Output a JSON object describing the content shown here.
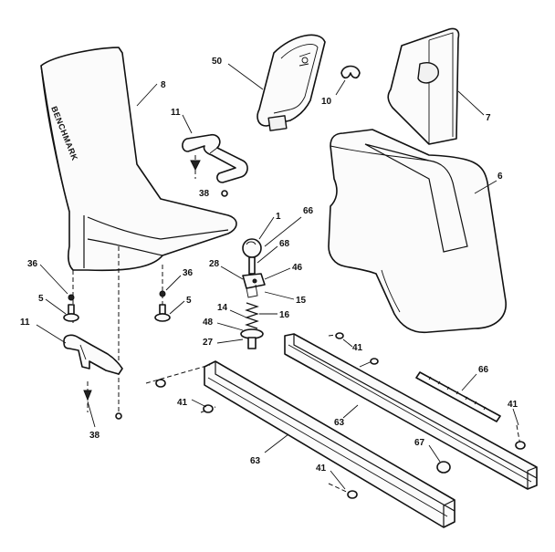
{
  "brand_text": "BENCHMARK",
  "callouts": {
    "c8": "8",
    "c11a": "11",
    "c38a": "38",
    "c50": "50",
    "c10": "10",
    "c7": "7",
    "c6": "6",
    "c1": "1",
    "c66a": "66",
    "c68": "68",
    "c28": "28",
    "c46": "46",
    "c15": "15",
    "c16": "16",
    "c14": "14",
    "c48": "48",
    "c27": "27",
    "c36a": "36",
    "c36b": "36",
    "c5a": "5",
    "c5b": "5",
    "c11b": "11",
    "c38b": "38",
    "c41a": "41",
    "c41b": "41",
    "c41c": "41",
    "c41d": "41",
    "c63a": "63",
    "c63b": "63",
    "c66b": "66",
    "c67": "67"
  }
}
